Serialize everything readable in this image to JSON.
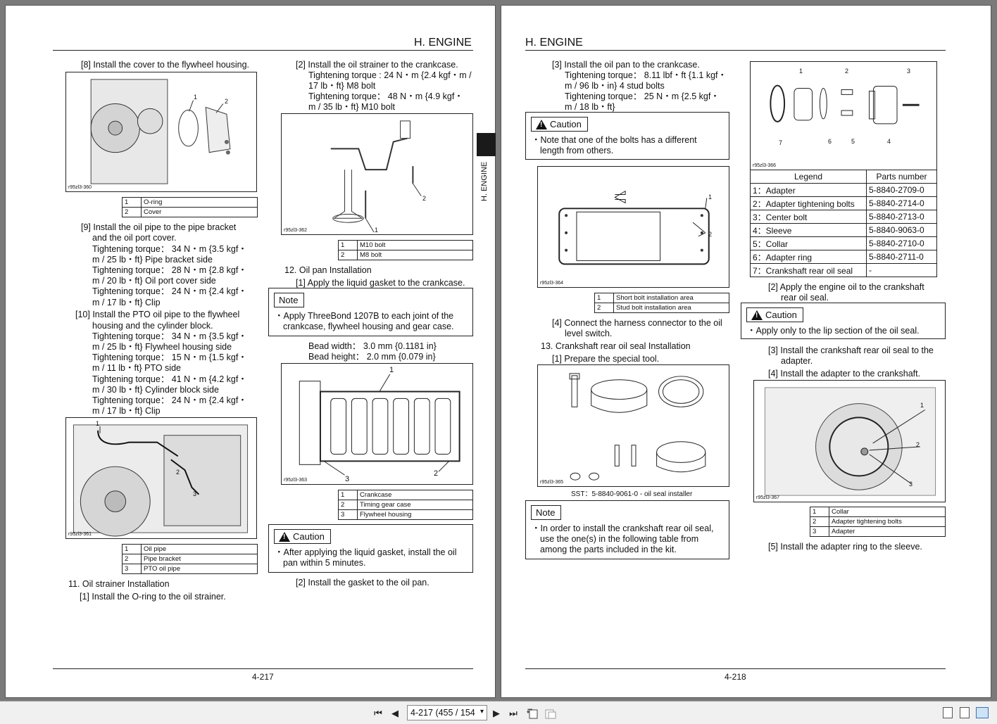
{
  "left": {
    "header": "H. ENGINE",
    "page_number": "4-217",
    "col1": {
      "step8": "[8] Install the cover to the flywheel housing.",
      "fig360": {
        "code": "r95zl3-360",
        "callouts": [
          "1",
          "2"
        ]
      },
      "legend360": [
        [
          "1",
          "O-ring"
        ],
        [
          "2",
          "Cover"
        ]
      ],
      "step9": [
        "[9] Install the oil pipe to the pipe bracket",
        "and the oil port cover.",
        "Tightening torque： 34 N・m {3.5 kgf・",
        "m / 25 lb・ft} Pipe bracket side",
        "Tightening torque： 28 N・m {2.8 kgf・",
        "m / 20 lb・ft} Oil port cover side",
        "Tightening torque： 24 N・m {2.4 kgf・",
        "m / 17 lb・ft} Clip"
      ],
      "step10": [
        "[10] Install the PTO oil pipe to the flywheel",
        "housing and the cylinder block.",
        "Tightening torque： 34 N・m {3.5 kgf・",
        "m / 25 lb・ft} Flywheel housing side",
        "Tightening torque： 15 N・m {1.5 kgf・",
        "m / 11 lb・ft} PTO side",
        "Tightening torque： 41 N・m {4.2 kgf・",
        "m / 30 lb・ft} Cylinder block side",
        "Tightening torque： 24 N・m {2.4 kgf・",
        "m / 17 lb・ft} Clip"
      ],
      "fig361": {
        "code": "r95zl3-361",
        "callouts": [
          "1",
          "2",
          "3"
        ]
      },
      "legend361": [
        [
          "1",
          "Oil pipe"
        ],
        [
          "2",
          "Pipe bracket"
        ],
        [
          "3",
          "PTO oil pipe"
        ]
      ],
      "section11": "11. Oil strainer Installation",
      "step11_1": "[1] Install the O-ring to the oil strainer."
    },
    "col2": {
      "step2": [
        "[2] Install the oil strainer to the crankcase.",
        "Tightening torque : 24 N・m {2.4 kgf・m /",
        "17 lb・ft} M8 bolt",
        "Tightening torque： 48 N・m {4.9 kgf・",
        "m / 35 lb・ft} M10 bolt"
      ],
      "fig362": {
        "code": "r95zl3-362",
        "callouts": [
          "1",
          "2"
        ]
      },
      "legend362": [
        [
          "1",
          "M10 bolt"
        ],
        [
          "2",
          "M8 bolt"
        ]
      ],
      "section12": "12. Oil pan Installation",
      "step12_1": "[1] Apply the liquid gasket to the crankcase.",
      "note": {
        "tag": "Note",
        "text": [
          "・Apply ThreeBond 1207B to each joint of the",
          "crankcase, flywheel housing and gear case."
        ]
      },
      "bead": [
        "Bead width： 3.0 mm {0.1181 in}",
        "Bead height： 2.0 mm {0.079 in}"
      ],
      "fig363": {
        "code": "r95zl3-363",
        "callouts": [
          "1",
          "2",
          "3"
        ]
      },
      "legend363": [
        [
          "1",
          "Crankcase"
        ],
        [
          "2",
          "Timing gear case"
        ],
        [
          "3",
          "Flywheel housing"
        ]
      ],
      "caution": {
        "tag": "Caution",
        "text": [
          "・After applying the liquid gasket, install the oil",
          "pan within 5 minutes."
        ]
      },
      "step12_2": "[2] Install the gasket to the oil pan."
    },
    "side_tab": "H. ENGINE"
  },
  "right": {
    "header": "H. ENGINE",
    "page_number": "4-218",
    "col1": {
      "step3": [
        "[3] Install the oil pan to the crankcase.",
        "Tightening torque： 8.11 lbf・ft {1.1 kgf・",
        "m / 96 lb・in} 4 stud bolts",
        "Tightening torque： 25 N・m {2.5 kgf・",
        "m / 18 lb・ft}"
      ],
      "caution": {
        "tag": "Caution",
        "text": [
          "・Note that one of the bolts has a different",
          "length from others."
        ]
      },
      "fig364": {
        "code": "r95zl3-364",
        "callouts": [
          "1",
          "2"
        ]
      },
      "legend364": [
        [
          "1",
          "Short bolt installation area"
        ],
        [
          "2",
          "Stud bolt installation area"
        ]
      ],
      "step4": [
        "[4] Connect the harness connector to the oil",
        "level switch."
      ],
      "section13": "13. Crankshaft rear oil seal Installation",
      "step13_1": "[1] Prepare the special tool.",
      "fig365": {
        "code": "r95zl3-365"
      },
      "sst": "SST：5-8840-9061-0 - oil seal installer",
      "note": {
        "tag": "Note",
        "text": [
          "・In order to install the crankshaft rear oil seal,",
          "use the one(s) in the following table from",
          "among the parts included in the kit."
        ]
      }
    },
    "col2": {
      "fig366": {
        "code": "r95zl3-366",
        "callouts": [
          "1",
          "2",
          "3",
          "4",
          "5",
          "6",
          "7"
        ]
      },
      "parts_header": [
        "Legend",
        "Parts number"
      ],
      "parts": [
        [
          "1：Adapter",
          "5-8840-2709-0"
        ],
        [
          "2：Adapter tightening bolts",
          "5-8840-2714-0"
        ],
        [
          "3：Center bolt",
          "5-8840-2713-0"
        ],
        [
          "4：Sleeve",
          "5-8840-9063-0"
        ],
        [
          "5：Collar",
          "5-8840-2710-0"
        ],
        [
          "6：Adapter ring",
          "5-8840-2711-0"
        ],
        [
          "7：Crankshaft rear oil seal",
          "-"
        ]
      ],
      "step2": [
        "[2] Apply the engine oil to the crankshaft",
        "rear oil seal."
      ],
      "caution": {
        "tag": "Caution",
        "text": [
          "・Apply only to the lip section of the oil seal."
        ]
      },
      "step3": [
        "[3] Install the crankshaft rear oil seal to the",
        "adapter."
      ],
      "step4": "[4] Install the adapter to the crankshaft.",
      "fig367": {
        "code": "r95zl3-367",
        "callouts": [
          "1",
          "2",
          "3"
        ]
      },
      "legend367": [
        [
          "1",
          "Collar"
        ],
        [
          "2",
          "Adapter tightening bolts"
        ],
        [
          "3",
          "Adapter"
        ]
      ],
      "step5": "[5] Install the adapter ring to the sleeve."
    }
  },
  "toolbar": {
    "first": "⏮",
    "prev": "◀",
    "page_value": "4-217 (455 / 154",
    "dropdown": "▾",
    "next": "▶",
    "last": "⏭"
  }
}
